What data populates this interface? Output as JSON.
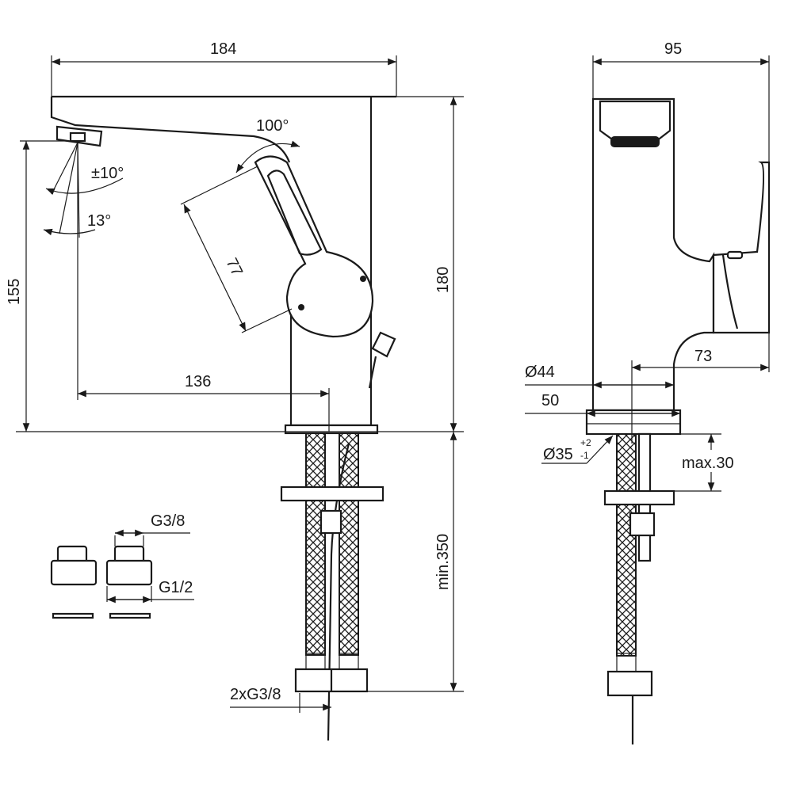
{
  "title": "Basin mixer dimension drawing",
  "dimensions": {
    "overall_width": "184",
    "side_width": "95",
    "lever_rotation": "100°",
    "spout_swivel": "±10°",
    "spray_angle": "13°",
    "lever_length": "77",
    "spout_height": "155",
    "total_height": "180",
    "spout_reach": "136",
    "base_diameter": "Ø44",
    "side_depth": "73",
    "flange_width": "50",
    "hole_diameter": "Ø35",
    "hole_tol_plus": "+2",
    "hole_tol_minus": "-1",
    "max_thickness": "max.30",
    "min_length": "min.350",
    "adapter_top": "G3/8",
    "adapter_bottom": "G1/2",
    "hose_connection": "2xG3/8"
  }
}
